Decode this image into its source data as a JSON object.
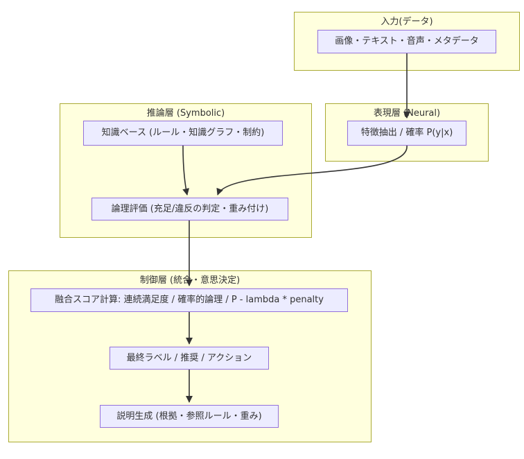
{
  "clusters": {
    "input": {
      "title": "入力(データ)"
    },
    "neural": {
      "title": "表現層 (Neural)"
    },
    "symbolic": {
      "title": "推論層 (Symbolic)"
    },
    "control": {
      "title": "制御層 (統合・意思決定)"
    }
  },
  "nodes": {
    "data_input": {
      "label": "画像・テキスト・音声・メタデータ"
    },
    "feature_extraction": {
      "label": "特徴抽出 / 確率 P(y|x)"
    },
    "knowledge_base": {
      "label": "知識ベース (ルール・知識グラフ・制約)"
    },
    "logic_eval": {
      "label": "論理評価 (充足/違反の判定・重み付け)"
    },
    "fusion_score": {
      "label": "融合スコア計算: 連続満足度 / 確率的論理 / P - lambda * penalty"
    },
    "final_label": {
      "label": "最終ラベル / 推奨 / アクション"
    },
    "explanation": {
      "label": "説明生成 (根拠・参照ルール・重み)"
    }
  },
  "colors": {
    "cluster_fill": "#ffffde",
    "cluster_border": "#aaaa33",
    "node_fill": "#ececff",
    "node_border": "#9370db",
    "edge": "#333333"
  }
}
